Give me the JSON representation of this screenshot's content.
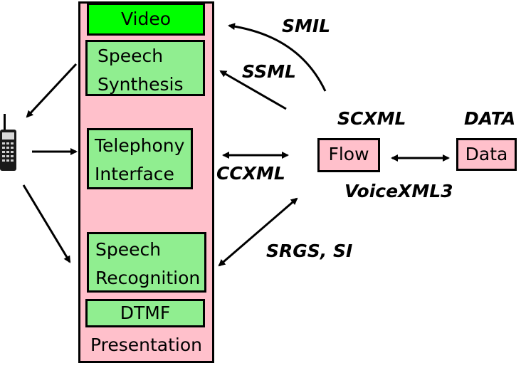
{
  "presentation": {
    "label": "Presentation",
    "components": {
      "video": "Video",
      "speech_synthesis": [
        "Speech",
        "Synthesis"
      ],
      "telephony_interface": [
        "Telephony",
        "Interface"
      ],
      "speech_recognition": [
        "Speech",
        "Recognition"
      ],
      "dtmf": "DTMF"
    }
  },
  "flow": {
    "label": "Flow"
  },
  "data": {
    "label": "Data"
  },
  "languages": {
    "smil": "SMIL",
    "ssml": "SSML",
    "scxml": "SCXML",
    "data": "DATA",
    "ccxml": "CCXML",
    "voicexml3": "VoiceXML3",
    "srgs_si": "SRGS, SI"
  },
  "colors": {
    "presentation_fill": "#ffc0cb",
    "component_fill": "#90ee90",
    "video_fill": "#00ff00",
    "flow_data_fill": "#ffc0cb"
  },
  "icons": {
    "device": "mobile-phone-icon"
  }
}
